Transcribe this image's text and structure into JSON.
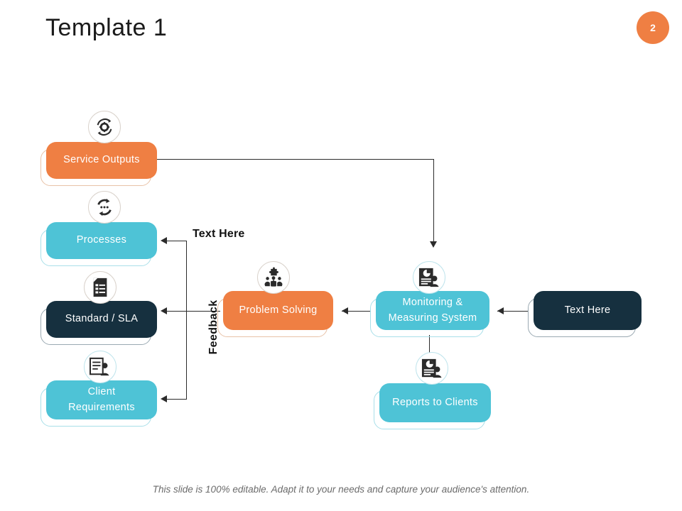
{
  "slide": {
    "title": "Template 1",
    "page_number": "2",
    "footer_note": "This slide is 100% editable. Adapt it to your needs and capture your audience's attention.",
    "colors": {
      "orange": "#ef7f43",
      "teal": "#4ec3d6",
      "navy": "#16303f",
      "line": "#2b2b2b",
      "title": "#1a1a1a",
      "footer": "#6b6b6b"
    }
  },
  "labels": {
    "text_here_mid": "Text Here",
    "feedback": "Feedback"
  },
  "nodes": [
    {
      "id": "service-outputs",
      "label": "Service Outputs",
      "color": "orange",
      "icon": "gear-refresh-icon"
    },
    {
      "id": "processes",
      "label": "Processes",
      "color": "teal",
      "icon": "process-cycle-icon"
    },
    {
      "id": "standard-sla",
      "label": "Standard / SLA",
      "color": "navy",
      "icon": "document-list-icon"
    },
    {
      "id": "client-requirements",
      "label": "Client Requirements",
      "color": "teal",
      "icon": "client-document-icon"
    },
    {
      "id": "problem-solving",
      "label": "Problem Solving",
      "color": "orange",
      "icon": "puzzle-team-icon"
    },
    {
      "id": "monitoring-system",
      "label": "Monitoring & Measuring System",
      "color": "teal",
      "icon": "report-person-icon"
    },
    {
      "id": "reports-to-clients",
      "label": "Reports to Clients",
      "color": "teal",
      "icon": "report-chart-person-icon"
    },
    {
      "id": "text-here-right",
      "label": "Text Here",
      "color": "navy",
      "icon": "none"
    }
  ]
}
